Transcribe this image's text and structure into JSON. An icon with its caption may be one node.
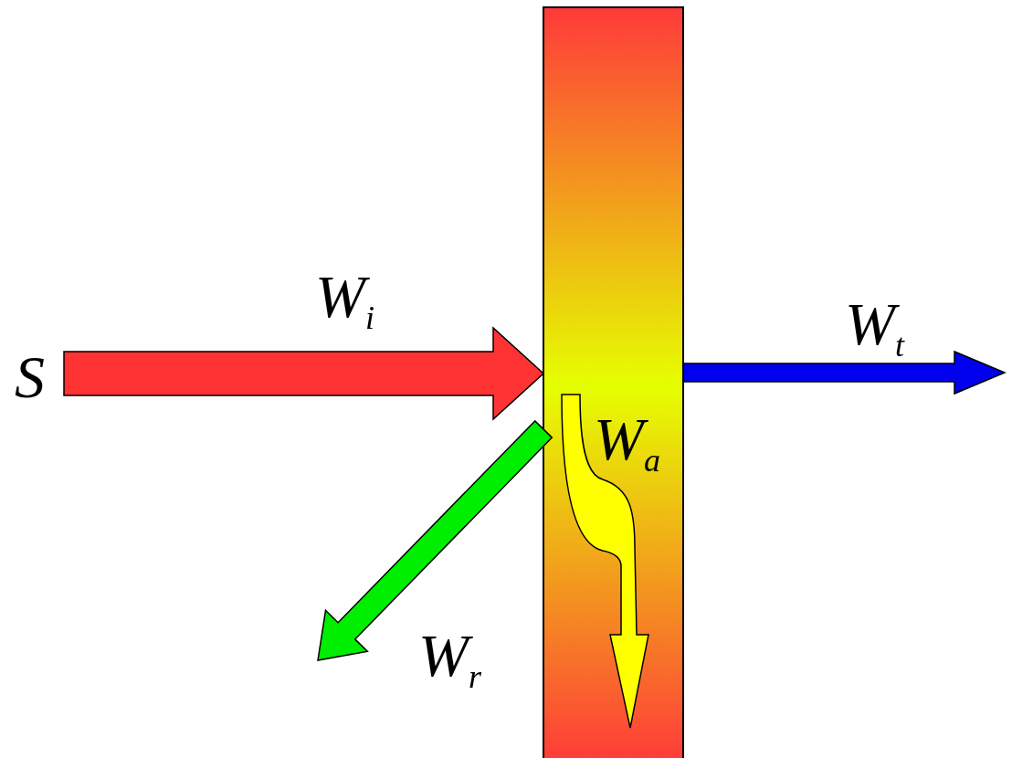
{
  "diagram": {
    "nodes": [
      {
        "text": [
          "S"
        ]
      },
      {
        "text": [],
        "shape": "bar"
      }
    ],
    "edges": [
      {
        "from": 0,
        "to": 1,
        "arrow": "to",
        "label": "W$_{i}$",
        "color": "#ff3333",
        "style": "thick"
      },
      {
        "from": 1,
        "to": null,
        "arrow": "to",
        "label": "W$_{r}$",
        "color": "#00ee00",
        "style": "thick"
      },
      {
        "from": 1,
        "to": null,
        "arrow": "to",
        "label": "W$_{t}$",
        "color": "#0000ee",
        "style": "thick"
      }
    ],
    "labels": [
      "W$_{a}$"
    ]
  }
}
